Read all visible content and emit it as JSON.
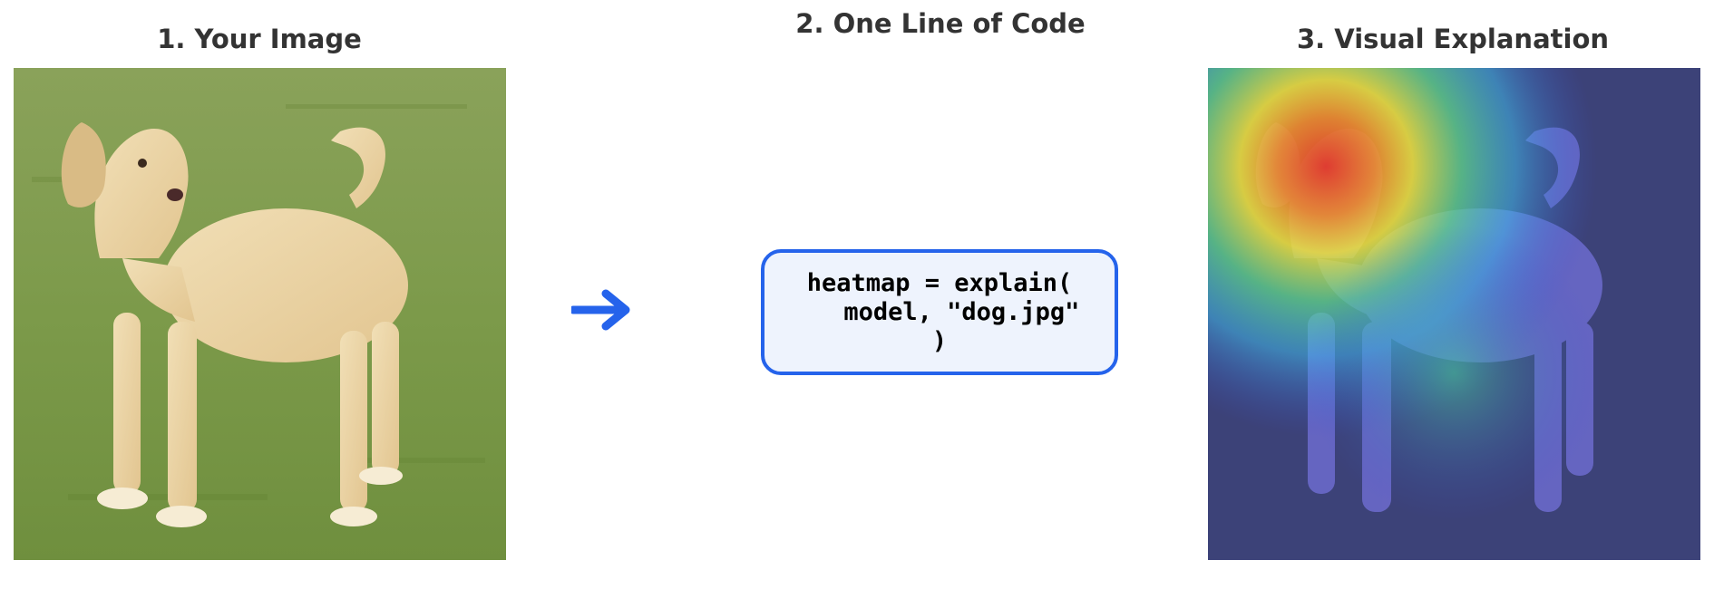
{
  "panels": [
    {
      "title": "1. Your Image"
    },
    {
      "title": "2. One Line of Code"
    },
    {
      "title": "3. Visual Explanation"
    }
  ],
  "code": {
    "lines": [
      "heatmap = explain(",
      "   model, \"dog.jpg\"",
      ")"
    ]
  },
  "icons": {
    "arrow": "right-arrow-icon"
  },
  "colors": {
    "accent": "#2563eb",
    "code_background": "#eef3fd",
    "title_text": "#333333"
  }
}
